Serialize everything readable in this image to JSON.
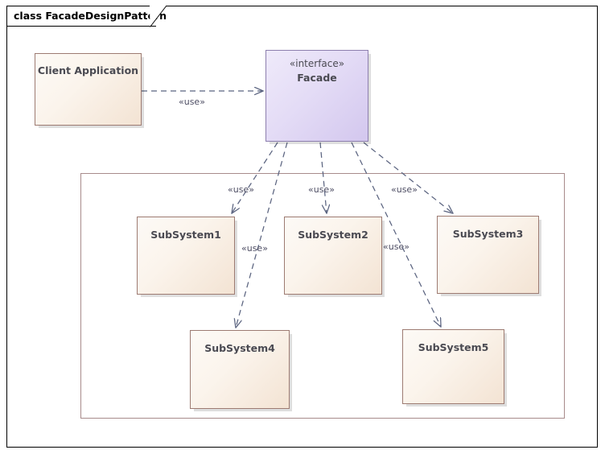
{
  "diagram": {
    "kind": "class",
    "title": "class FacadeDesignPattern",
    "title_keyword": "class",
    "title_name": "FacadeDesignPattern"
  },
  "palette": {
    "node_border": "#9d7b72",
    "node_fill_light": "#fdfaf6",
    "node_fill_dark": "#f3e3d3",
    "interface_border": "#8d7fae",
    "interface_fill_light": "#efeafa",
    "interface_fill_dark": "#d3c7ee",
    "connector": "#5b6480",
    "package_border": "#a88b8b",
    "frame_border": "#000000",
    "text": "#4a4a52"
  },
  "nodes": [
    {
      "id": "client",
      "label": "Client Application",
      "stereotype": "",
      "kind": "class"
    },
    {
      "id": "facade",
      "label": "Facade",
      "stereotype": "«interface»",
      "kind": "interface"
    },
    {
      "id": "sub1",
      "label": "SubSystem1",
      "stereotype": "",
      "kind": "class"
    },
    {
      "id": "sub2",
      "label": "SubSystem2",
      "stereotype": "",
      "kind": "class"
    },
    {
      "id": "sub3",
      "label": "SubSystem3",
      "stereotype": "",
      "kind": "class"
    },
    {
      "id": "sub4",
      "label": "SubSystem4",
      "stereotype": "",
      "kind": "class"
    },
    {
      "id": "sub5",
      "label": "SubSystem5",
      "stereotype": "",
      "kind": "class"
    }
  ],
  "edges": [
    {
      "id": "e1",
      "from": "client",
      "to": "facade",
      "label": "«use»",
      "style": "dashed-open-arrow"
    },
    {
      "id": "e2",
      "from": "facade",
      "to": "sub1",
      "label": "«use»",
      "style": "dashed-open-arrow"
    },
    {
      "id": "e3",
      "from": "facade",
      "to": "sub2",
      "label": "«use»",
      "style": "dashed-open-arrow"
    },
    {
      "id": "e4",
      "from": "facade",
      "to": "sub3",
      "label": "«use»",
      "style": "dashed-open-arrow"
    },
    {
      "id": "e5",
      "from": "facade",
      "to": "sub4",
      "label": "«use»",
      "style": "dashed-open-arrow"
    },
    {
      "id": "e6",
      "from": "facade",
      "to": "sub5",
      "label": "«use»",
      "style": "dashed-open-arrow"
    }
  ],
  "edge_labels": {
    "client_facade": "«use»",
    "facade_sub1": "«use»",
    "facade_sub2": "«use»",
    "facade_sub3": "«use»",
    "facade_sub4": "«use»",
    "facade_sub5": "«use»"
  }
}
